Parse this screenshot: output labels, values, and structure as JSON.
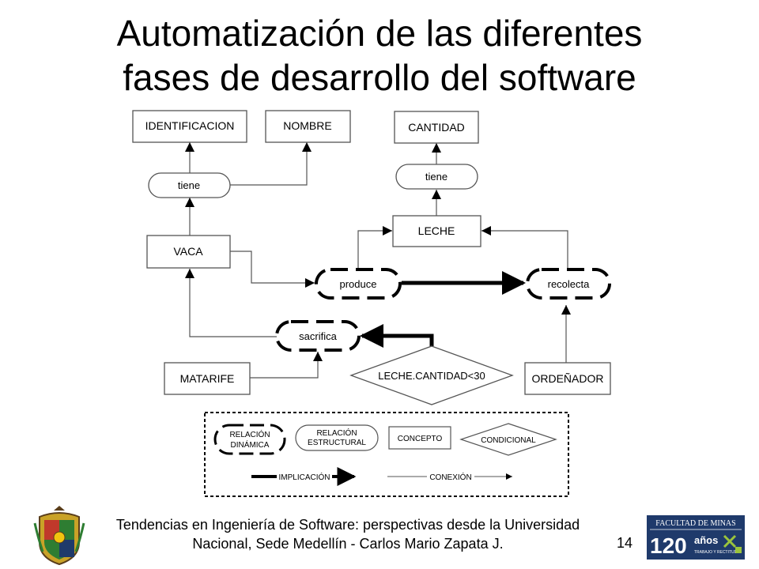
{
  "slide": {
    "title_line1": "Automatización de las diferentes",
    "title_line2": "fases de desarrollo del software",
    "footer_line1": "Tendencias en Ingeniería de Software: perspectivas desde la Universidad",
    "footer_line2": "Nacional, Sede Medellín - Carlos Mario Zapata J.",
    "page_number": "14"
  },
  "diagram": {
    "concepts": {
      "identificacion": "IDENTIFICACION",
      "nombre": "NOMBRE",
      "cantidad": "CANTIDAD",
      "leche": "LECHE",
      "vaca": "VACA",
      "matarife": "MATARIFE",
      "ordenador": "ORDEÑADOR"
    },
    "structural": {
      "tiene_vaca": "tiene",
      "tiene_leche": "tiene"
    },
    "dynamic": {
      "produce": "produce",
      "recolecta": "recolecta",
      "sacrifica": "sacrifica"
    },
    "conditional": {
      "leche_cantidad": "LECHE.CANTIDAD<30"
    }
  },
  "legend": {
    "relacion_dinamica": [
      "RELACIÓN",
      "DINÁMICA"
    ],
    "relacion_estructural": [
      "RELACIÓN",
      "ESTRUCTURAL"
    ],
    "concepto": "CONCEPTO",
    "condicional": "CONDICIONAL",
    "implicacion": "IMPLICACIÓN",
    "conexion": "CONEXIÓN"
  },
  "logos": {
    "right_top": "FACULTAD DE MINAS",
    "right_number": "120",
    "right_word": "años",
    "right_sub": "TRABAJO Y RECTITUD"
  },
  "colors": {
    "logo_blue": "#1f3a6b",
    "logo_green": "#9bc43c",
    "shield_red": "#c0392b",
    "shield_green": "#2e7d32"
  }
}
